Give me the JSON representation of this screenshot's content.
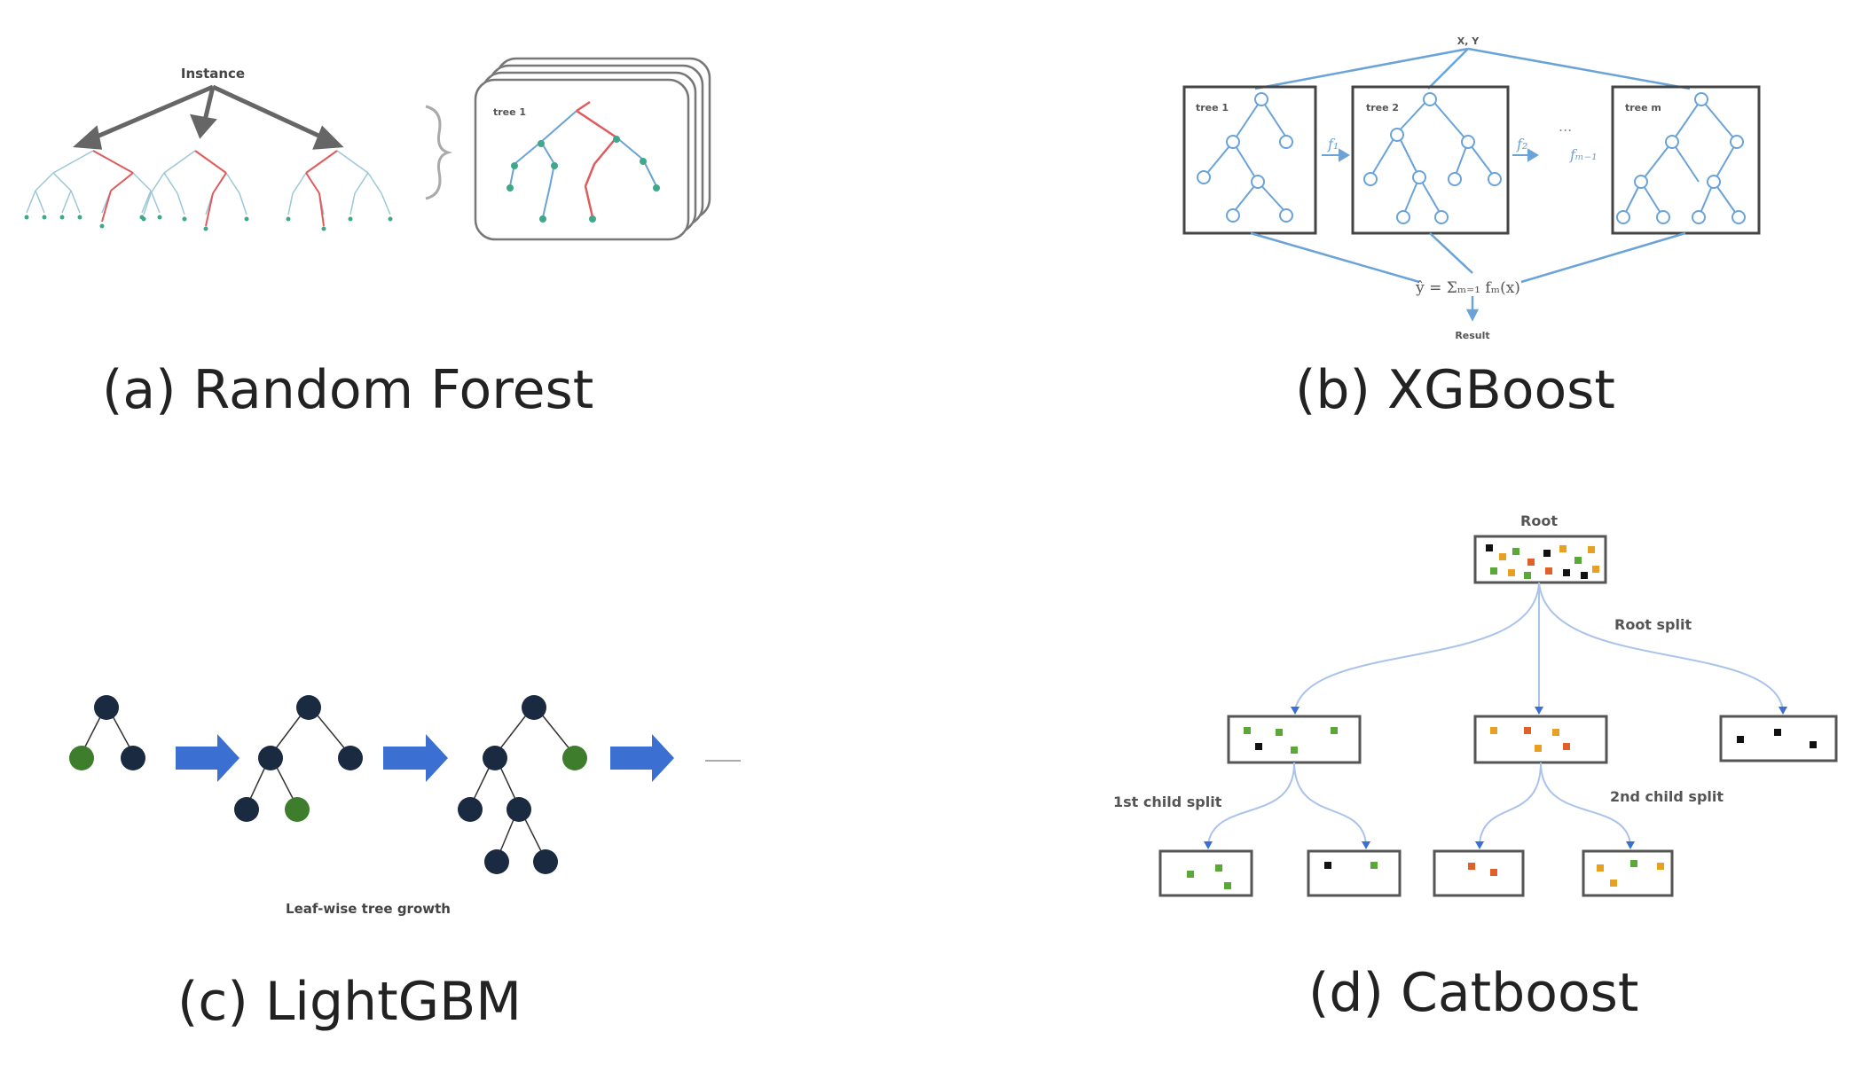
{
  "panels": {
    "a": {
      "caption": "(a) Random Forest",
      "instance_label": "Instance",
      "stack_label": "tree 1"
    },
    "b": {
      "caption": "(b) XGBoost",
      "top_label": "X, Y",
      "tree_labels": [
        "tree 1",
        "tree 2",
        "tree m"
      ],
      "ellipsis": "...",
      "f1": "f₁",
      "f2": "f₂",
      "fm1": "fₘ₋₁",
      "sum_label": "ŷ = Σₘ₌₁ fₘ(x)",
      "result_label": "Result"
    },
    "c": {
      "caption": "(c) LightGBM",
      "growth_label": "Leaf-wise tree growth"
    },
    "d": {
      "caption": "(d) Catboost",
      "root_label": "Root",
      "root_split": "Root split",
      "first_child_split": "1st child split",
      "second_child_split": "2nd child split"
    }
  },
  "colors": {
    "blue_tree": "#6aa3d8",
    "red_path": "#e05b5b",
    "teal_leaf": "#3fa88a",
    "dark_node": "#1a2a40",
    "green_node": "#3d7d2c",
    "arrow_blue": "#3b6fd1",
    "cat_green": "#5aa83a",
    "cat_orange": "#e8a020",
    "cat_black": "#111111",
    "cat_red_orange": "#e0602a"
  }
}
